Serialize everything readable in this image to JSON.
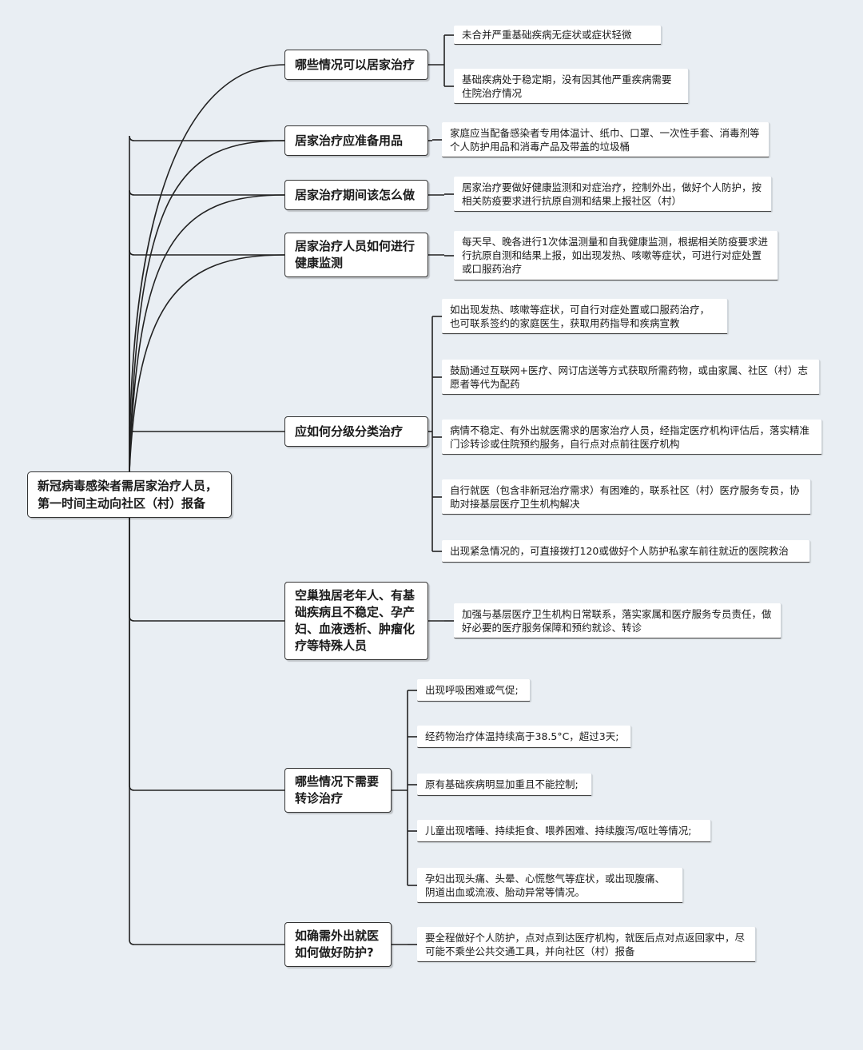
{
  "root": {
    "label": "新冠病毒感染者需居家治疗人员，第一时间主动向社区（村）报备"
  },
  "branches": [
    {
      "label": "哪些情况可以居家治疗",
      "leaves": [
        "未合并严重基础疾病无症状或症状轻微",
        "基础疾病处于稳定期，没有因其他严重疾病需要住院治疗情况"
      ]
    },
    {
      "label": "居家治疗应准备用品",
      "leaves": [
        "家庭应当配备感染者专用体温计、纸巾、口罩、一次性手套、消毒剂等个人防护用品和消毒产品及带盖的垃圾桶"
      ]
    },
    {
      "label": "居家治疗期间该怎么做",
      "leaves": [
        "居家治疗要做好健康监测和对症治疗，控制外出，做好个人防护，按相关防疫要求进行抗原自测和结果上报社区（村）"
      ]
    },
    {
      "label": "居家治疗人员如何进行健康监测",
      "leaves": [
        "每天早、晚各进行1次体温测量和自我健康监测，根据相关防疫要求进行抗原自测和结果上报，如出现发热、咳嗽等症状，可进行对症处置或口服药治疗"
      ]
    },
    {
      "label": "应如何分级分类治疗",
      "leaves": [
        "如出现发热、咳嗽等症状，可自行对症处置或口服药治疗，也可联系签约的家庭医生，获取用药指导和疾病宣教",
        "鼓励通过互联网+医疗、网订店送等方式获取所需药物，或由家属、社区（村）志愿者等代为配药",
        "病情不稳定、有外出就医需求的居家治疗人员，经指定医疗机构评估后，落实精准门诊转诊或住院预约服务，自行点对点前往医疗机构",
        "自行就医（包含非新冠治疗需求）有困难的，联系社区（村）医疗服务专员，协助对接基层医疗卫生机构解决",
        "出现紧急情况的，可直接拨打120或做好个人防护私家车前往就近的医院救治"
      ]
    },
    {
      "label": "空巢独居老年人、有基础疾病且不稳定、孕产妇、血液透析、肿瘤化疗等特殊人员",
      "leaves": [
        "加强与基层医疗卫生机构日常联系，落实家属和医疗服务专员责任，做好必要的医疗服务保障和预约就诊、转诊"
      ]
    },
    {
      "label": "哪些情况下需要转诊治疗",
      "leaves": [
        "出现呼吸困难或气促;",
        "经药物治疗体温持续高于38.5°C，超过3天;",
        "原有基础疾病明显加重且不能控制;",
        "儿童出现嗜睡、持续拒食、喂养困难、持续腹泻/呕吐等情况;",
        "孕妇出现头痛、头晕、心慌憋气等症状，或出现腹痛、阴道出血或流液、胎动异常等情况。"
      ]
    },
    {
      "label": "如确需外出就医如何做好防护?",
      "leaves": [
        "要全程做好个人防护，点对点到达医疗机构，就医后点对点返回家中，尽可能不乘坐公共交通工具，并向社区（村）报备"
      ]
    }
  ],
  "colors": {
    "background": "#e9eef3",
    "line": "#222222",
    "node_border": "#333333"
  }
}
